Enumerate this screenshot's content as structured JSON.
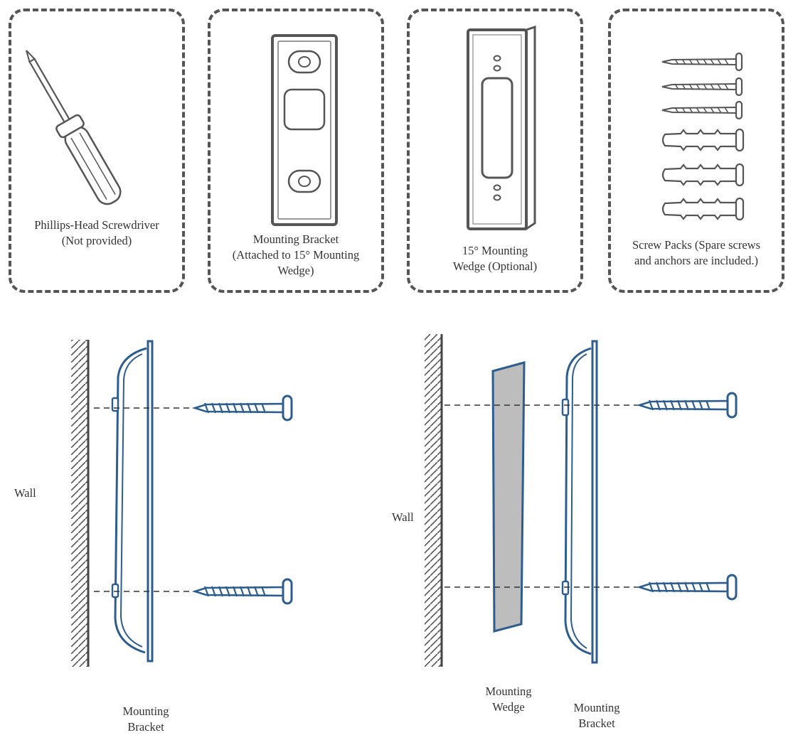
{
  "parts": [
    {
      "name": "Phillips-Head Screwdriver",
      "note": "(Not provided)",
      "icon": "screwdriver-icon"
    },
    {
      "name": "Mounting Bracket",
      "note": "(Attached to 15° Mounting",
      "note2": "Wedge)",
      "icon": "mounting-bracket-icon"
    },
    {
      "name": "15° Mounting",
      "note": "Wedge (Optional)",
      "icon": "mounting-wedge-icon"
    },
    {
      "name": "Screw Packs (Spare screws",
      "note": "and anchors are included.)",
      "icon": "screw-pack-icon"
    }
  ],
  "diagram_left": {
    "wall_label": "Wall",
    "bracket_label_1": "Mounting",
    "bracket_label_2": "Bracket"
  },
  "diagram_right": {
    "wall_label": "Wall",
    "wedge_label_1": "Mounting",
    "wedge_label_2": "Wedge",
    "bracket_label_1": "Mounting",
    "bracket_label_2": "Bracket"
  },
  "colors": {
    "outline": "#555555",
    "bracket_blue": "#2d5d8f",
    "wedge_fill": "#bdbdbd"
  }
}
